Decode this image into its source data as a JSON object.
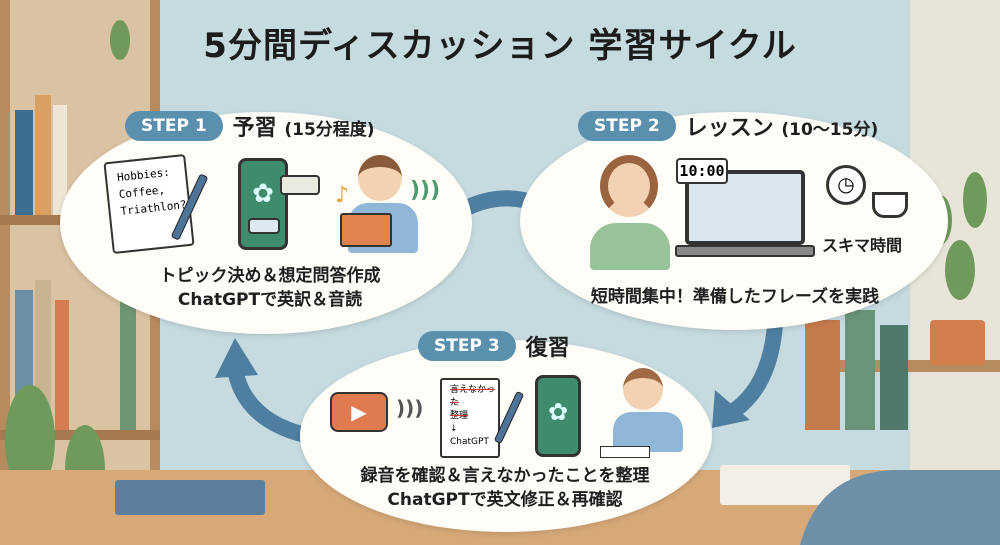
{
  "title": "5分間ディスカッション 学習サイクル",
  "steps": [
    {
      "badge": "STEP 1",
      "title": "予習",
      "duration": "(15分程度)",
      "lines": [
        "トピック決め＆想定問答作成",
        "ChatGPTで英訳＆音読"
      ],
      "note": [
        "Hobbies:",
        "Coffee,",
        "Triathlon?"
      ]
    },
    {
      "badge": "STEP 2",
      "title": "レッスン",
      "duration": "(10〜15分)",
      "lines": [
        "短時間集中！準備したフレーズを実践"
      ],
      "clock": "10:00",
      "side_label": "スキマ時間"
    },
    {
      "badge": "STEP 3",
      "title": "復習",
      "duration": "",
      "lines": [
        "録音を確認＆言えなかったことを整理",
        "ChatGPTで英文修正＆再確認"
      ],
      "note": [
        "言えなかった",
        "整理",
        "↓",
        "ChatGPT"
      ]
    }
  ],
  "colors": {
    "accent": "#5b8fae",
    "arrow": "#4f7fa0",
    "bubble": "#fffdf8",
    "chatgpt": "#3e8c6c",
    "play": "#e07a4f"
  }
}
